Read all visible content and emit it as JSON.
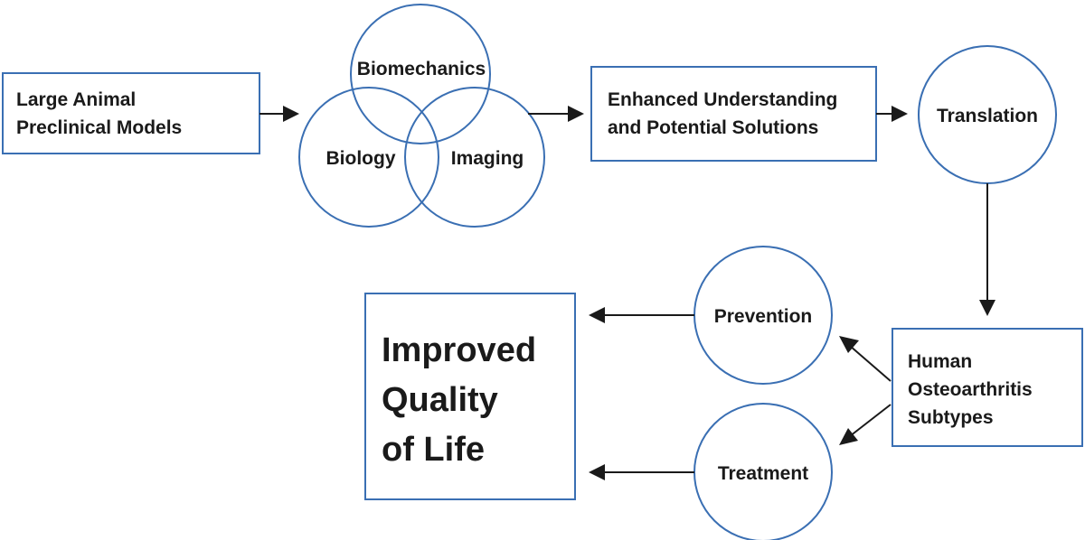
{
  "colors": {
    "shape_stroke": "#3a6fb3",
    "arrow": "#1a1a1a",
    "text": "#1a1a1a",
    "background": "#ffffff"
  },
  "nodes": {
    "large_animal": {
      "line1": "Large Animal",
      "line2": "Preclinical Models"
    },
    "biomechanics": {
      "label": "Biomechanics"
    },
    "biology": {
      "label": "Biology"
    },
    "imaging": {
      "label": "Imaging"
    },
    "enhanced": {
      "line1": "Enhanced Understanding",
      "line2": "and Potential Solutions"
    },
    "translation": {
      "label": "Translation"
    },
    "human_oa": {
      "line1": "Human",
      "line2": "Osteoarthritis",
      "line3": "Subtypes"
    },
    "prevention": {
      "label": "Prevention"
    },
    "treatment": {
      "label": "Treatment"
    },
    "improved": {
      "line1": "Improved",
      "line2": "Quality",
      "line3": "of Life"
    }
  }
}
